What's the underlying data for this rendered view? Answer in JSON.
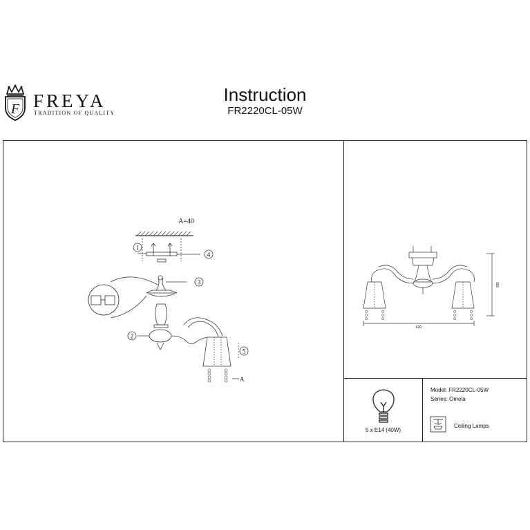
{
  "brand": {
    "name": "FREYA",
    "tagline": "TRADITION OF QUALITY"
  },
  "document": {
    "title": "Instruction",
    "model_code": "FR2220CL-05W"
  },
  "assembly": {
    "dimension_label": "A=40",
    "end_label": "A",
    "steps": [
      "1",
      "2",
      "3",
      "4",
      "5"
    ]
  },
  "dimensions": {
    "width": "620",
    "height": "360"
  },
  "bulb": {
    "label": "5 x E14 (40W)"
  },
  "info": {
    "model": "Model: FR2220CL-05W",
    "series": "Series: Omela",
    "type": "Ceiling Lamps"
  }
}
